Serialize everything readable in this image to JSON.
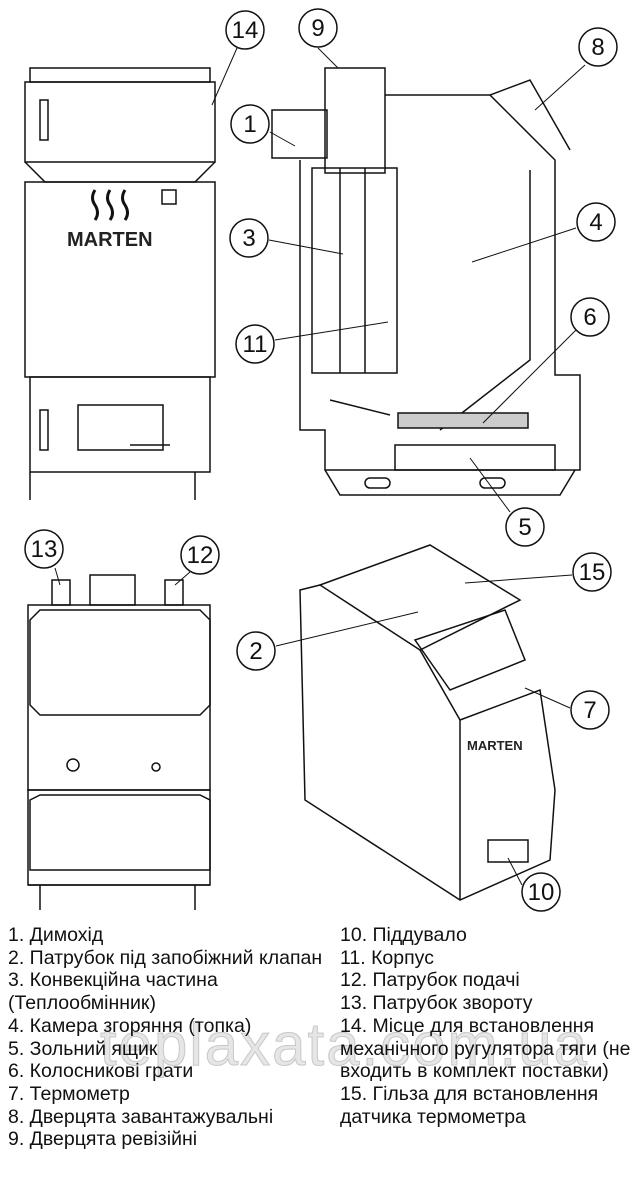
{
  "brand": "MARTEN",
  "watermark": "teplaxata.com.ua",
  "callouts": [
    "1",
    "2",
    "3",
    "4",
    "5",
    "6",
    "7",
    "8",
    "9",
    "10",
    "11",
    "12",
    "13",
    "14",
    "15"
  ],
  "legend_left": [
    "1. Димохід",
    "2. Патрубок під запобіжний клапан",
    "3. Конвекційна частина (Теплообмінник)",
    "4. Камера згоряння (топка)",
    "5. Зольний ящик",
    "6. Колосникові грати",
    "7. Термометр",
    "8. Дверцята завантажувальні",
    "9. Дверцята ревізійні"
  ],
  "legend_right": [
    "10. Піддувало",
    "11. Корпус",
    "12. Патрубок подачі",
    "13. Патрубок звороту",
    "14. Місце для встановлення механічного ругулятора тяги (не входить в комплект поставки)",
    "15. Гільза для встановлення датчика термометра"
  ]
}
